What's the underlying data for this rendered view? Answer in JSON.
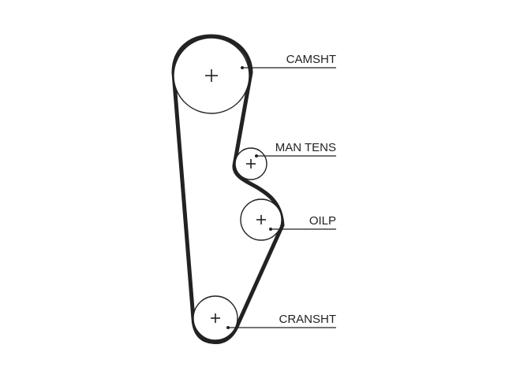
{
  "diagram": {
    "labels": {
      "camshaft": "CAMSHT",
      "tensioner": "MAN TENS",
      "oil_pump": "OILP",
      "crankshaft": "CRANSHT"
    },
    "colors": {
      "line": "#222222",
      "background": "#ffffff"
    }
  }
}
